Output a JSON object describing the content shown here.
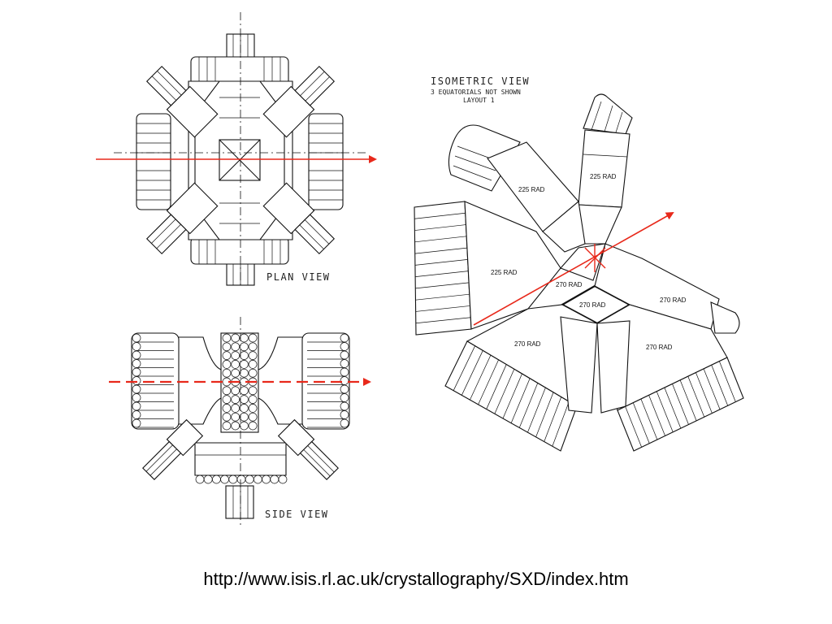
{
  "plan_view": {
    "label": "PLAN VIEW"
  },
  "side_view": {
    "label": "SIDE VIEW"
  },
  "isometric_view": {
    "title": "ISOMETRIC VIEW",
    "subtitle_1": "3 EQUATORIALS NOT SHOWN",
    "subtitle_2": "LAYOUT 1",
    "detectors": {
      "upper_left": "225 RAD",
      "upper_right": "225 RAD",
      "left": "225 RAD",
      "center_top": "270 RAD",
      "center": "270 RAD",
      "right": "270 RAD",
      "lower_left": "270 RAD",
      "lower_right": "270 RAD"
    }
  },
  "colors": {
    "beam_arrow": "#e8291b",
    "line_art": "#111111"
  },
  "source_url": "http://www.isis.rl.ac.uk/crystallography/SXD/index.htm"
}
